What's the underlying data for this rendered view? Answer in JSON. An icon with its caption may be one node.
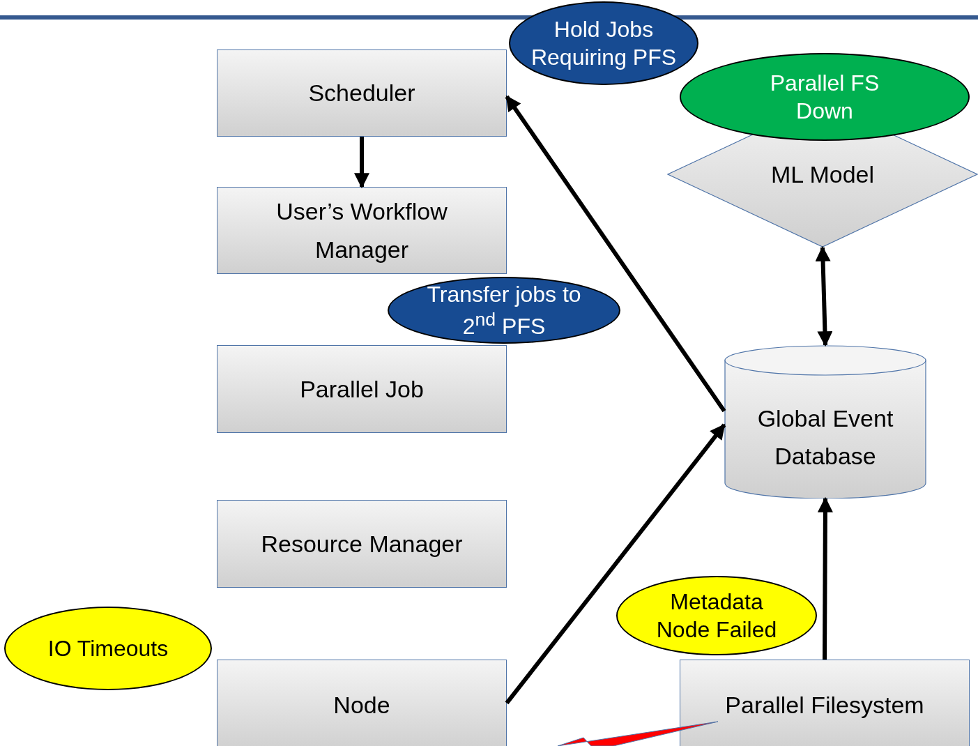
{
  "diagram": {
    "nodes": [
      {
        "text": [
          "Scheduler"
        ]
      },
      {
        "text": [
          "Hold Jobs Requiring PFS"
        ]
      },
      {
        "text": [
          "Parallel FS Down"
        ]
      },
      {
        "text": [
          "ML Model"
        ]
      },
      {
        "text": [
          "User’s Workflow Manager"
        ]
      },
      {
        "text": [
          "Transfer jobs to 2$^{nd}$ PFS"
        ]
      },
      {
        "text": [
          "Parallel Job"
        ]
      },
      {
        "text": [
          "Global Event Database"
        ]
      },
      {
        "text": [
          "Resource Manager"
        ]
      },
      {
        "text": [
          "IO Timeouts"
        ]
      },
      {
        "text": [
          "Metadata Node Failed"
        ]
      },
      {
        "text": [
          "Node"
        ]
      },
      {
        "text": [
          "Parallel Filesystem"
        ]
      },
      {
        "text": [],
        "shape": "lightning"
      }
    ],
    "edges": [
      {
        "from": 0,
        "to": 4,
        "arrow": "to"
      },
      {
        "from": 7,
        "to": 0,
        "arrow": "to"
      },
      {
        "from": 11,
        "to": 7,
        "arrow": "to"
      },
      {
        "from": 3,
        "to": 7,
        "arrow": "both"
      },
      {
        "from": 12,
        "to": 7,
        "arrow": "to"
      }
    ]
  }
}
